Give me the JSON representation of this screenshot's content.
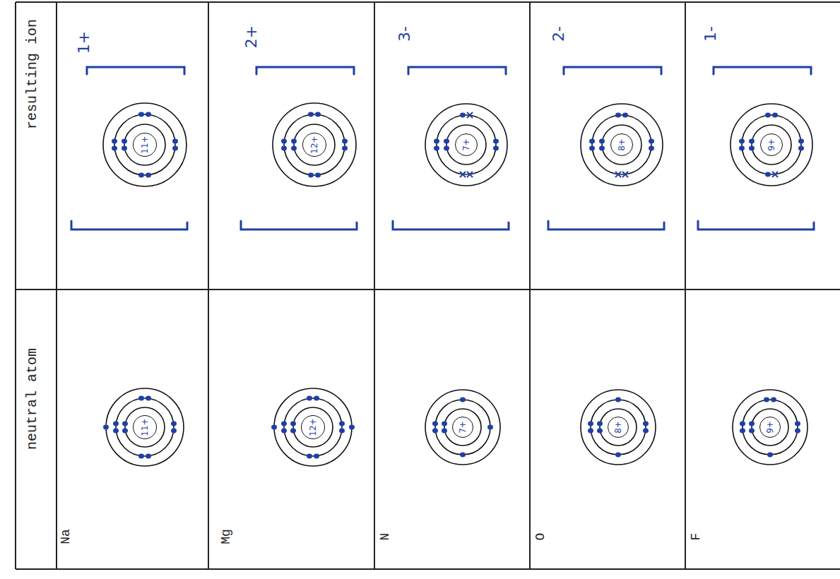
{
  "diagram": {
    "nodes": [
      {
        "text": [
          "11+"
        ]
      },
      {
        "text": [
          "11+"
        ]
      },
      {
        "text": [
          "12+"
        ]
      },
      {
        "text": [
          "12+"
        ]
      },
      {
        "text": [
          "7+"
        ]
      },
      {
        "text": [
          "7+"
        ]
      },
      {
        "text": [
          "8+"
        ]
      },
      {
        "text": [
          "8+"
        ]
      },
      {
        "text": [
          "9+"
        ]
      },
      {
        "text": [
          "9+"
        ]
      }
    ],
    "labels": [
      "neutral atom",
      "resulting ion",
      "Na",
      "1+",
      "Mg",
      "2+",
      "N",
      "3-",
      "O",
      "2-",
      "F",
      "1-"
    ]
  }
}
